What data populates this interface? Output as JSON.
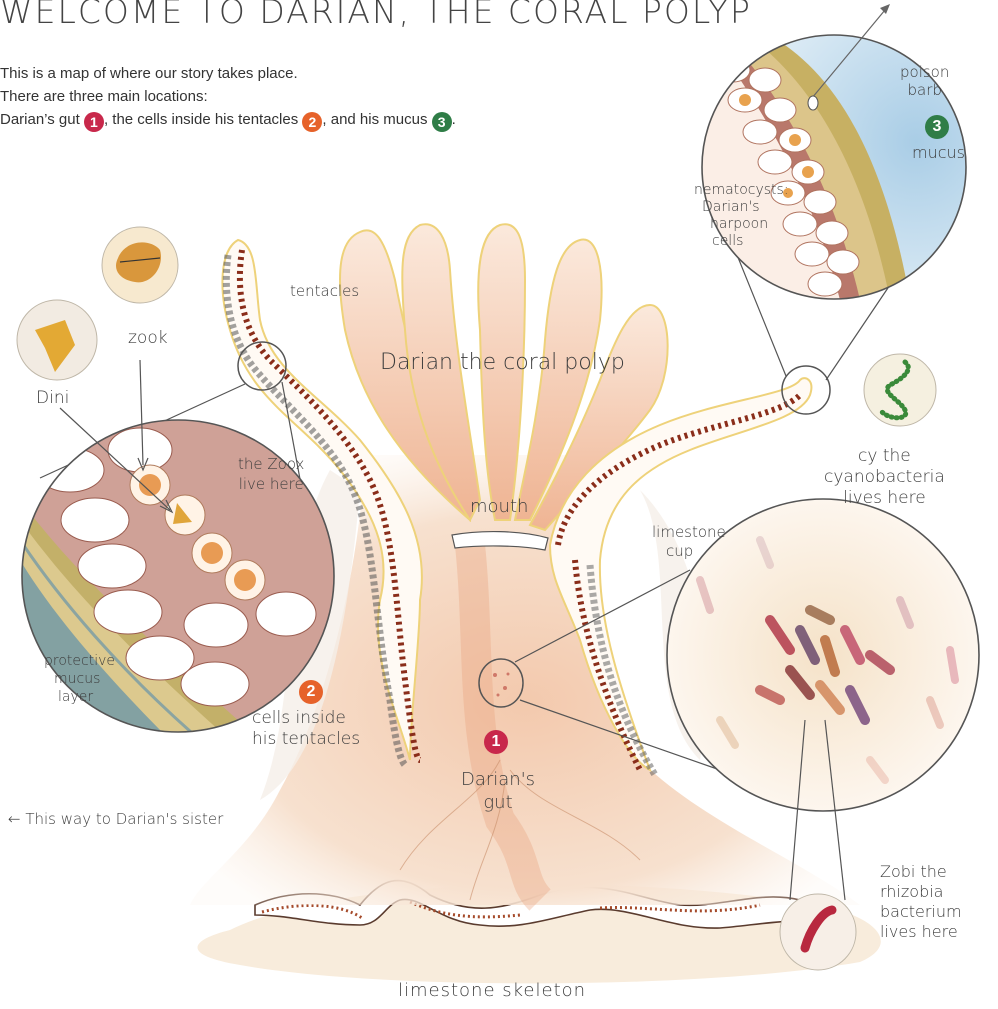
{
  "title": "WELCOME TO DARIAN, THE CORAL POLYP",
  "intro": {
    "line1": "This is a map of where our story takes place.",
    "line2": "There are three main locations:",
    "line3_pre": "Darian’s gut",
    "line3_mid1": ", the cells inside his tentacles",
    "line3_mid2": ", and his mucus",
    "line3_end": "."
  },
  "markers": {
    "gut": "1",
    "tentacle_cells": "2",
    "mucus": "3"
  },
  "colors": {
    "gut": "#c8284b",
    "tentacle_cells": "#e6622a",
    "mucus": "#2f7d47"
  },
  "labels": {
    "tentacles": "tentacles",
    "polyp_name": "Darian the coral polyp",
    "mouth": "mouth",
    "limestone_cup": [
      "limestone",
      "cup"
    ],
    "zook": "zook",
    "dini": "Dini",
    "zoox_live_here": [
      "the Zoox",
      "live here"
    ],
    "protective_mucus": [
      "protective",
      "mucus",
      "layer"
    ],
    "cells_inside_tentacles": [
      "cells inside",
      "his tentacles"
    ],
    "poison_barb": [
      "poison",
      "barb"
    ],
    "mucus": "mucus",
    "nematocysts": [
      "nematocysts:",
      "Darian's",
      "harpoon",
      "cells"
    ],
    "cy": [
      "cy the",
      "cyanobacteria",
      "lives here"
    ],
    "gut": [
      "Darian's",
      "gut"
    ],
    "sister_link": "← This way to Darian's sister",
    "zobi": [
      "Zobi the",
      "rhizobia",
      "bacterium",
      "lives here"
    ],
    "skeleton": "limestone skeleton"
  },
  "icons": {
    "zook": "zook-dinoflagellate-icon",
    "dini": "dini-dinoflagellate-icon",
    "cy": "cyanobacteria-chain-icon",
    "zobi": "rhizobia-bacterium-icon"
  }
}
